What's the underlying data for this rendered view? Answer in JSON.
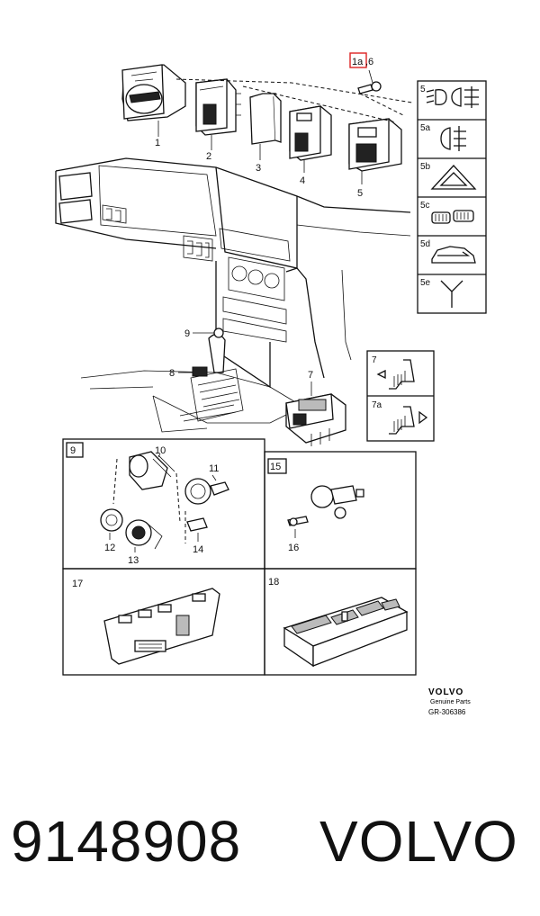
{
  "diagram": {
    "callouts": {
      "c1": "1",
      "c1a": "1a",
      "c6": ",6",
      "c2": "2",
      "c3": "3",
      "c4": "4",
      "c5": "5",
      "c7": "7",
      "c8": "8",
      "c9": "9",
      "c10": "10",
      "c11": "11",
      "c12": "12",
      "c13": "13",
      "c14": "14",
      "c16": "16"
    },
    "legend_right": [
      "5",
      "5a",
      "5b",
      "5c",
      "5d",
      "5e"
    ],
    "legend_seat": [
      "7",
      "7a"
    ],
    "panels": {
      "p9": "9",
      "p15": "15",
      "p17": "17",
      "p18": "18"
    },
    "brand_block": {
      "brand": "VOLVO",
      "subtitle": "Genuine Parts",
      "ref": "GR-306386"
    }
  },
  "footer": {
    "part_number": "9148908",
    "brand": "VOLVO"
  }
}
